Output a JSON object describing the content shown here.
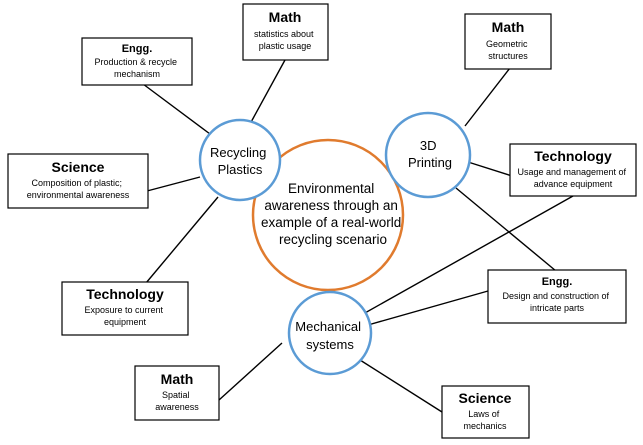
{
  "center": {
    "lines": [
      "Environmental",
      "awareness through an",
      "example of a real-world",
      "recycling scenario"
    ],
    "color": "#e07b2e"
  },
  "hubs": {
    "recycling": {
      "lines": [
        "Recycling",
        "Plastics"
      ]
    },
    "printing": {
      "lines": [
        "3D",
        "Printing"
      ]
    },
    "mechanical": {
      "lines": [
        "Mechanical",
        "systems"
      ]
    },
    "color": "#5b9bd5"
  },
  "boxes": {
    "engg_production": {
      "title": "Engg.",
      "lines": [
        "Production & recycle",
        "mechanism"
      ]
    },
    "math_statistics": {
      "title": "Math",
      "lines": [
        "statistics about",
        "plastic usage"
      ]
    },
    "science_composition": {
      "title": "Science",
      "lines": [
        "Composition of plastic;",
        "environmental awareness"
      ]
    },
    "technology_exposure": {
      "title": "Technology",
      "lines": [
        "Exposure to current",
        "equipment"
      ]
    },
    "math_geometric": {
      "title": "Math",
      "lines": [
        "Geometric",
        "structures"
      ]
    },
    "technology_usage": {
      "title": "Technology",
      "lines": [
        "Usage and management  of",
        "advance equipment"
      ]
    },
    "engg_design": {
      "title": "Engg.",
      "lines": [
        "Design and construction of",
        "intricate parts"
      ]
    },
    "math_spatial": {
      "title": "Math",
      "lines": [
        "Spatial",
        "awareness"
      ]
    },
    "science_laws": {
      "title": "Science",
      "lines": [
        "Laws of",
        "mechanics"
      ]
    }
  }
}
